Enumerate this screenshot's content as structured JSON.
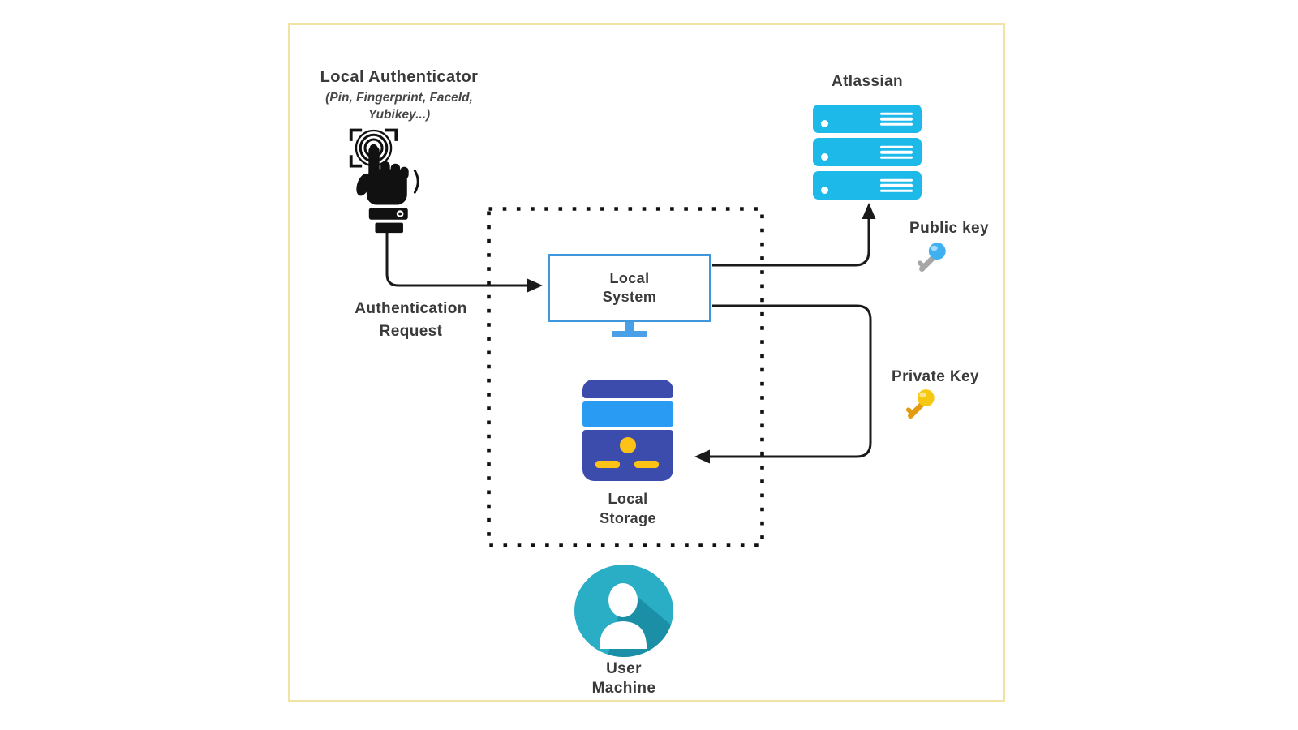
{
  "diagram": {
    "panel": {
      "border_color": "#f1e2a6",
      "background": "#ffffff"
    },
    "boundary_box": {
      "style": "dotted",
      "color": "#111111",
      "meaning": "user-machine-boundary"
    },
    "nodes": {
      "local_authenticator": {
        "title": "Local Authenticator",
        "subtitle_line1": "(Pin, Fingerprint, FaceId,",
        "subtitle_line2": "Yubikey...)",
        "icon": "tap-gesture-icon",
        "icon_color": "#111111"
      },
      "atlassian": {
        "label": "Atlassian",
        "icon": "server-stack-icon",
        "server_color": "#1cb9e9"
      },
      "local_system": {
        "label_line1": "Local",
        "label_line2": "System",
        "icon": "monitor-icon",
        "border_color": "#3f97de"
      },
      "local_storage": {
        "label_line1": "Local",
        "label_line2": "Storage",
        "icon": "storage-drive-icon",
        "colors": {
          "body": "#3c4cad",
          "stripe": "#2a9bf3",
          "accent": "#fdc216"
        }
      },
      "user_machine": {
        "label_line1": "User",
        "label_line2": "Machine",
        "icon": "person-circle-icon",
        "color": "#2aaec6"
      }
    },
    "edges": {
      "authentication_request": {
        "label_line1": "Authentication",
        "label_line2": "Request",
        "from": "local_authenticator",
        "to": "local_system"
      },
      "public_key": {
        "label": "Public key",
        "icon": "key-icon-blue",
        "key_color": "#3fb0f0",
        "from": "local_system",
        "to": "atlassian"
      },
      "private_key": {
        "label": "Private Key",
        "icon": "key-icon-gold",
        "key_color": "#f7c812",
        "from": "local_system",
        "to": "local_storage"
      }
    }
  }
}
